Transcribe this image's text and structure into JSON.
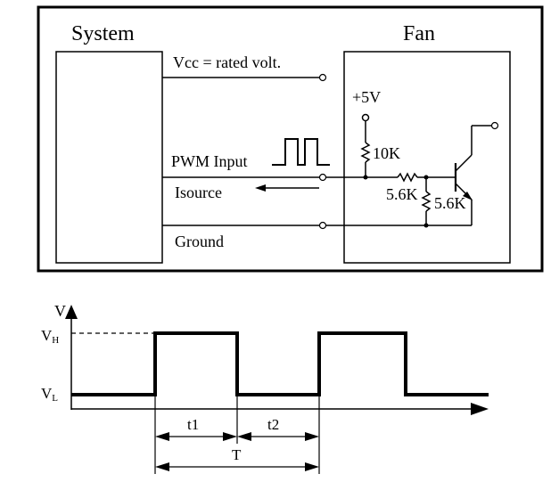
{
  "circuit": {
    "system_label": "System",
    "fan_label": "Fan",
    "vcc_label": "Vcc = rated volt.",
    "pwm_label": "PWM Input",
    "isource_label": "Isource",
    "ground_label": "Ground",
    "plus5v_label": "+5V",
    "r1_label": "10K",
    "r2_label": "5.6K",
    "r3_label": "5.6K"
  },
  "waveform": {
    "v_axis_label": "V",
    "vh_main": "V",
    "vh_sub": "H",
    "vl_main": "V",
    "vl_sub": "L",
    "t1_label": "t1",
    "t2_label": "t2",
    "period_label": "T"
  }
}
